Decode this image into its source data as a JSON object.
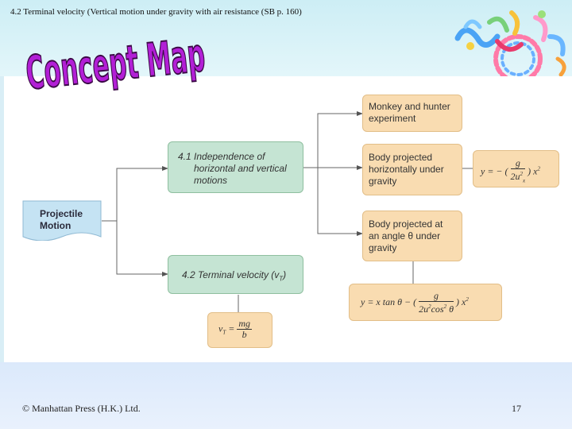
{
  "header": {
    "title": "4.2 Terminal velocity (Vertical motion under gravity with air resistance  (SB p. 160)",
    "logo_text": "Concept Map"
  },
  "footer": {
    "copyright": "© Manhattan Press (H.K.) Ltd.",
    "page_number": "17"
  },
  "colors": {
    "green_fill": "#c5e4d3",
    "orange_fill": "#f9dcb1",
    "blue_fill": "#c5e3f3",
    "logo_purple": "#b21fd6"
  },
  "map": {
    "root": {
      "line1": "Projectile",
      "line2": "Motion"
    },
    "node_4_1": {
      "num": "4.1",
      "line1": "Independence of",
      "line2": "horizontal and vertical",
      "line3": "motions"
    },
    "node_4_2": {
      "text": "4.2 Terminal velocity (v",
      "sub": "T",
      "close": ")"
    },
    "monkey": {
      "line1": "Monkey and hunter",
      "line2": "experiment"
    },
    "horizontal": {
      "line1": "Body projected",
      "line2": "horizontally under",
      "line3": "gravity"
    },
    "angle": {
      "line1": "Body projected at",
      "line2": "an angle θ under",
      "line3": "gravity"
    },
    "eq_horizontal": {
      "lhs": "y = − (",
      "num": "g",
      "den": "2u",
      "den_sub": "x",
      "den_sup": "2",
      "rhs": ") x",
      "rhs_sup": "2"
    },
    "eq_angle": {
      "lhs": "y = x tan θ − (",
      "num": "g",
      "den": "2u",
      "den_sup": "2",
      "den_tail": "cos",
      "den_tail_sup": "2",
      "den_theta": " θ",
      "rhs": ") x",
      "rhs_sup": "2"
    },
    "eq_terminal": {
      "lhs": "v",
      "lhs_sub": "T",
      "eq": " = ",
      "num": "mg",
      "den": "b"
    }
  }
}
